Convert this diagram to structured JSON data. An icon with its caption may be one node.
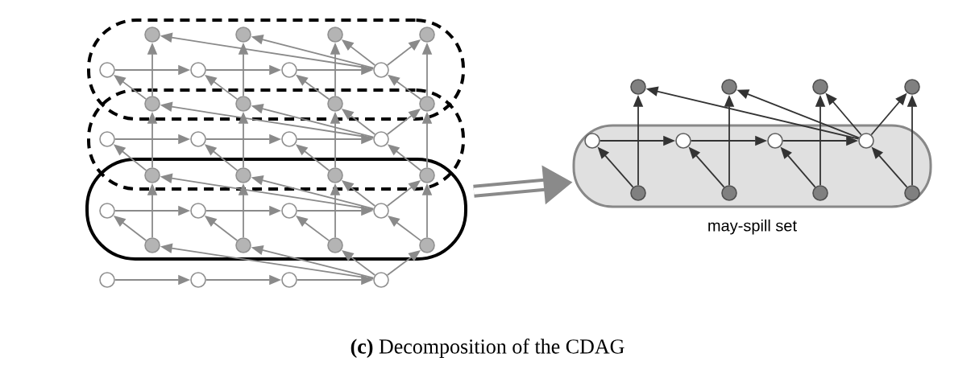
{
  "diagram": {
    "caption": "**(c)** Decomposition of the CDAG",
    "nodes": [
      {
        "text": [],
        "shape": "box"
      },
      {
        "text": [],
        "shape": "circle",
        "in": 0
      },
      {
        "text": [],
        "shape": "circle",
        "in": 0
      },
      {
        "text": [],
        "shape": "circle",
        "in": 0
      },
      {
        "text": [],
        "shape": "circle",
        "in": 0
      },
      {
        "text": [],
        "shape": "circle",
        "in": 0
      },
      {
        "text": [],
        "shape": "circle",
        "in": 0
      },
      {
        "text": [],
        "shape": "circle",
        "in": 0
      },
      {
        "text": [],
        "shape": "circle",
        "in": 0
      },
      {
        "text": [],
        "shape": "circle"
      },
      {
        "text": [],
        "shape": "circle"
      },
      {
        "text": [],
        "shape": "circle"
      },
      {
        "text": [],
        "shape": "circle"
      },
      {
        "text": [],
        "shape": "box"
      },
      {
        "text": [],
        "shape": "circle",
        "in": 13
      },
      {
        "text": [],
        "shape": "circle",
        "in": 13
      },
      {
        "text": [],
        "shape": "circle",
        "in": 13
      },
      {
        "text": [],
        "shape": "circle",
        "in": 13
      },
      {
        "text": [],
        "shape": "circle"
      },
      {
        "text": [],
        "shape": "circle"
      },
      {
        "text": [],
        "shape": "circle"
      },
      {
        "text": [],
        "shape": "circle"
      },
      {
        "text": [],
        "shape": "box"
      },
      {
        "text": [],
        "shape": "circle",
        "in": 22
      },
      {
        "text": [],
        "shape": "circle",
        "in": 22
      },
      {
        "text": [],
        "shape": "circle",
        "in": 22
      },
      {
        "text": [],
        "shape": "circle",
        "in": 22
      },
      {
        "text": [],
        "shape": "circle",
        "in": 22
      },
      {
        "text": [],
        "shape": "circle",
        "in": 22
      },
      {
        "text": [],
        "shape": "circle",
        "in": 22
      },
      {
        "text": [],
        "shape": "circle",
        "in": 22
      },
      {
        "text": [],
        "shape": "circle"
      },
      {
        "text": [],
        "shape": "circle"
      },
      {
        "text": [],
        "shape": "circle"
      },
      {
        "text": [],
        "shape": "circle"
      },
      {
        "text": [],
        "shape": "box",
        "beside": [
          "may-spill set"
        ]
      },
      {
        "text": [],
        "shape": "circle"
      },
      {
        "text": [],
        "shape": "circle"
      },
      {
        "text": [],
        "shape": "circle"
      },
      {
        "text": [],
        "shape": "circle"
      },
      {
        "text": [],
        "shape": "circle",
        "in": 35
      },
      {
        "text": [],
        "shape": "circle",
        "in": 35
      },
      {
        "text": [],
        "shape": "circle",
        "in": 35
      },
      {
        "text": [],
        "shape": "circle",
        "in": 35
      },
      {
        "text": [],
        "shape": "circle",
        "in": 35
      },
      {
        "text": [],
        "shape": "circle",
        "in": 35
      },
      {
        "text": [],
        "shape": "circle",
        "in": 35
      },
      {
        "text": [],
        "shape": "circle",
        "in": 35
      }
    ],
    "edges": [
      {
        "from": 5,
        "to": 6,
        "arrow": "to"
      },
      {
        "from": 6,
        "to": 7,
        "arrow": "to"
      },
      {
        "from": 7,
        "to": 8,
        "arrow": "to"
      },
      {
        "from": 9,
        "to": 5,
        "arrow": "to"
      },
      {
        "from": 10,
        "to": 6,
        "arrow": "to"
      },
      {
        "from": 11,
        "to": 7,
        "arrow": "to"
      },
      {
        "from": 12,
        "to": 8,
        "arrow": "to"
      },
      {
        "from": 9,
        "to": 1,
        "arrow": "to"
      },
      {
        "from": 10,
        "to": 2,
        "arrow": "to"
      },
      {
        "from": 11,
        "to": 3,
        "arrow": "to"
      },
      {
        "from": 12,
        "to": 4,
        "arrow": "to"
      },
      {
        "from": 8,
        "to": 1,
        "arrow": "to"
      },
      {
        "from": 8,
        "to": 2,
        "arrow": "to"
      },
      {
        "from": 8,
        "to": 3,
        "arrow": "to"
      },
      {
        "from": 8,
        "to": 4,
        "arrow": "to"
      },
      {
        "from": 14,
        "to": 15,
        "arrow": "to"
      },
      {
        "from": 15,
        "to": 16,
        "arrow": "to"
      },
      {
        "from": 16,
        "to": 17,
        "arrow": "to"
      },
      {
        "from": 18,
        "to": 14,
        "arrow": "to"
      },
      {
        "from": 19,
        "to": 15,
        "arrow": "to"
      },
      {
        "from": 20,
        "to": 16,
        "arrow": "to"
      },
      {
        "from": 21,
        "to": 17,
        "arrow": "to"
      },
      {
        "from": 18,
        "to": 9,
        "arrow": "to"
      },
      {
        "from": 19,
        "to": 10,
        "arrow": "to"
      },
      {
        "from": 20,
        "to": 11,
        "arrow": "to"
      },
      {
        "from": 21,
        "to": 12,
        "arrow": "to"
      },
      {
        "from": 17,
        "to": 9,
        "arrow": "to"
      },
      {
        "from": 17,
        "to": 10,
        "arrow": "to"
      },
      {
        "from": 17,
        "to": 11,
        "arrow": "to"
      },
      {
        "from": 17,
        "to": 12,
        "arrow": "to"
      },
      {
        "from": 23,
        "to": 24,
        "arrow": "to"
      },
      {
        "from": 24,
        "to": 25,
        "arrow": "to"
      },
      {
        "from": 25,
        "to": 26,
        "arrow": "to"
      },
      {
        "from": 27,
        "to": 23,
        "arrow": "to"
      },
      {
        "from": 28,
        "to": 24,
        "arrow": "to"
      },
      {
        "from": 29,
        "to": 25,
        "arrow": "to"
      },
      {
        "from": 30,
        "to": 26,
        "arrow": "to"
      },
      {
        "from": 27,
        "to": 18,
        "arrow": "to"
      },
      {
        "from": 28,
        "to": 19,
        "arrow": "to"
      },
      {
        "from": 29,
        "to": 20,
        "arrow": "to"
      },
      {
        "from": 30,
        "to": 21,
        "arrow": "to"
      },
      {
        "from": 26,
        "to": 18,
        "arrow": "to"
      },
      {
        "from": 26,
        "to": 19,
        "arrow": "to"
      },
      {
        "from": 26,
        "to": 20,
        "arrow": "to"
      },
      {
        "from": 26,
        "to": 21,
        "arrow": "to"
      },
      {
        "from": 31,
        "to": 32,
        "arrow": "to"
      },
      {
        "from": 32,
        "to": 33,
        "arrow": "to"
      },
      {
        "from": 33,
        "to": 34,
        "arrow": "to"
      },
      {
        "from": 34,
        "to": 27,
        "arrow": "to"
      },
      {
        "from": 34,
        "to": 28,
        "arrow": "to"
      },
      {
        "from": 34,
        "to": 29,
        "arrow": "to"
      },
      {
        "from": 34,
        "to": 30,
        "arrow": "to"
      },
      {
        "from": 22,
        "to": 35,
        "arrow": "to",
        "style": "thick"
      },
      {
        "from": 40,
        "to": 41,
        "arrow": "to",
        "color": "#333333"
      },
      {
        "from": 41,
        "to": 42,
        "arrow": "to",
        "color": "#333333"
      },
      {
        "from": 42,
        "to": 43,
        "arrow": "to",
        "color": "#333333"
      },
      {
        "from": 44,
        "to": 40,
        "arrow": "to",
        "color": "#333333"
      },
      {
        "from": 45,
        "to": 41,
        "arrow": "to",
        "color": "#333333"
      },
      {
        "from": 46,
        "to": 42,
        "arrow": "to",
        "color": "#333333"
      },
      {
        "from": 47,
        "to": 43,
        "arrow": "to",
        "color": "#333333"
      },
      {
        "from": 44,
        "to": 36,
        "arrow": "to",
        "color": "#333333"
      },
      {
        "from": 45,
        "to": 37,
        "arrow": "to",
        "color": "#333333"
      },
      {
        "from": 46,
        "to": 38,
        "arrow": "to",
        "color": "#333333"
      },
      {
        "from": 47,
        "to": 39,
        "arrow": "to",
        "color": "#333333"
      },
      {
        "from": 43,
        "to": 36,
        "arrow": "to",
        "color": "#333333"
      },
      {
        "from": 43,
        "to": 37,
        "arrow": "to",
        "color": "#333333"
      },
      {
        "from": 43,
        "to": 38,
        "arrow": "to",
        "color": "#333333"
      },
      {
        "from": 43,
        "to": 39,
        "arrow": "to",
        "color": "#333333"
      }
    ]
  }
}
